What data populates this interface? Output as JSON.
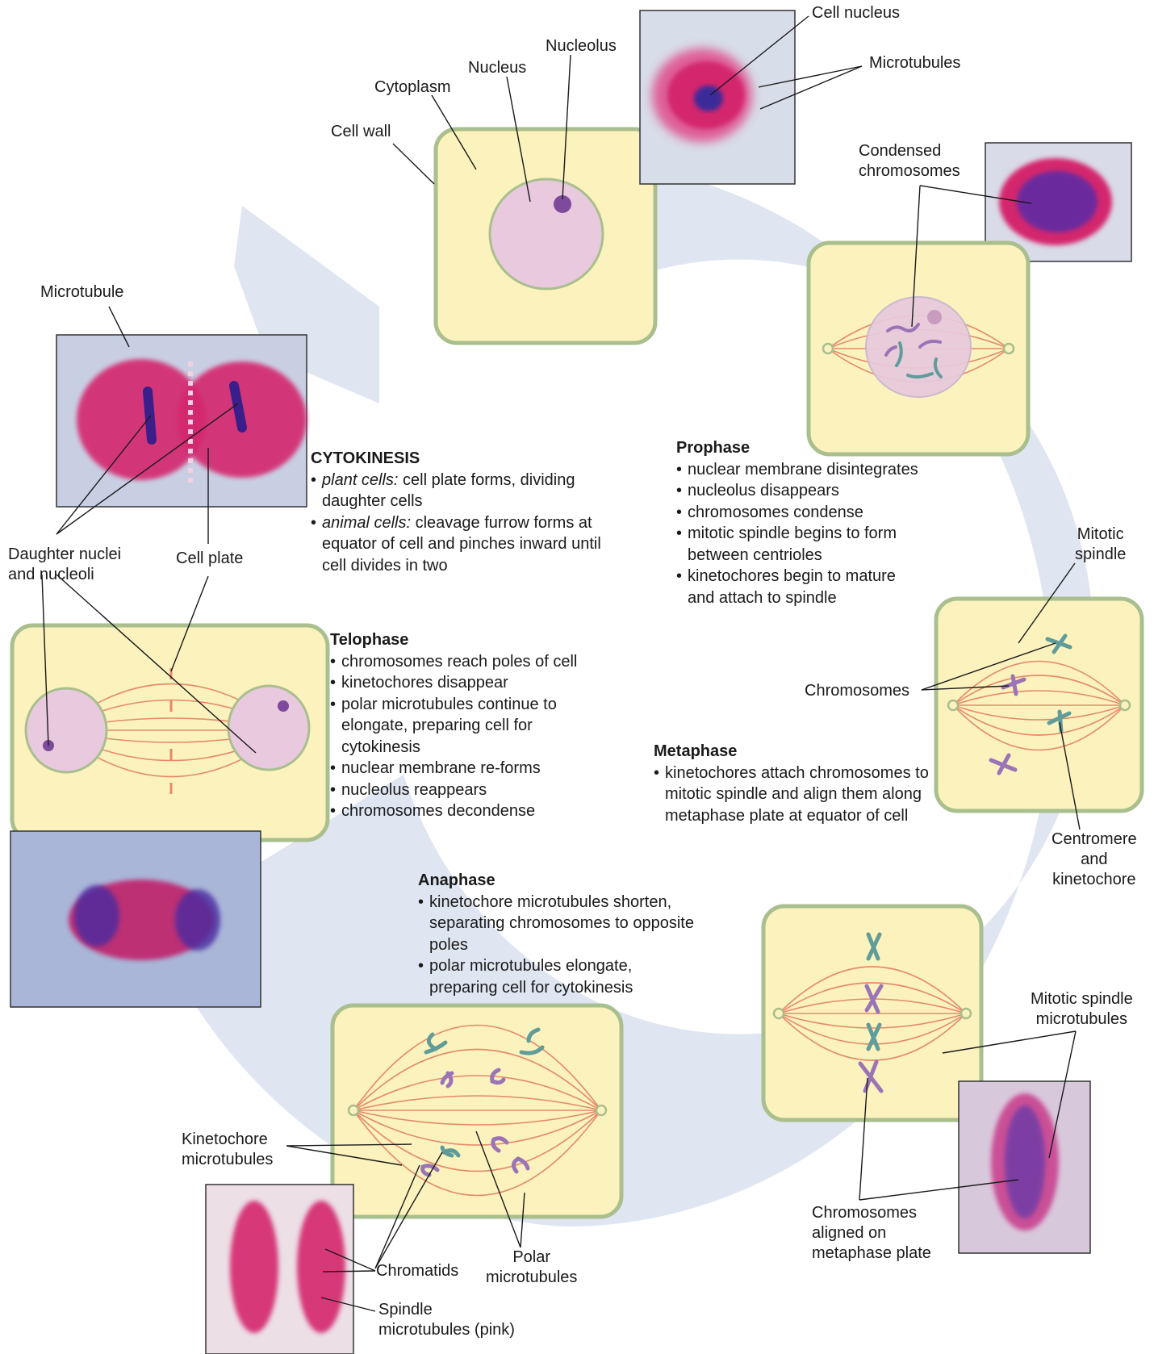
{
  "colors": {
    "cycle_arrow": "#dfe6f2",
    "cell_fill": "#fbf2bd",
    "cell_border": "#a9bf8e",
    "nucleus_fill": "#e8c9dd",
    "spindle": "#e58a6a",
    "chromosome_teal": "#5f9c9a",
    "chromosome_purple": "#9a74b6",
    "stain_pink": "#d4266d",
    "stain_blue": "#4a2aa0"
  },
  "labels": {
    "cell_nucleus": "Cell nucleus",
    "microtubules": "Microtubules",
    "nucleolus": "Nucleolus",
    "nucleus": "Nucleus",
    "cytoplasm": "Cytoplasm",
    "cell_wall": "Cell wall",
    "condensed_chromosomes": [
      "Condensed",
      "chromosomes"
    ],
    "microtubule": "Microtubule",
    "daughter_nuclei": [
      "Daughter nuclei",
      "and nucleoli"
    ],
    "cell_plate": "Cell plate",
    "mitotic_spindle": [
      "Mitotic",
      "spindle"
    ],
    "chromosomes": "Chromosomes",
    "centromere": [
      "Centromere",
      "and",
      "kinetochore"
    ],
    "mitotic_spindle_microtubules": [
      "Mitotic spindle",
      "microtubules"
    ],
    "chromosomes_aligned": [
      "Chromosomes",
      "aligned on",
      "metaphase plate"
    ],
    "kinetochore_microtubules": [
      "Kinetochore",
      "microtubules"
    ],
    "chromatids": "Chromatids",
    "polar_microtubules": [
      "Polar",
      "microtubules"
    ],
    "spindle_microtubules": [
      "Spindle",
      "microtubules (pink)"
    ]
  },
  "phases": {
    "cytokinesis": {
      "title": "CYTOKINESIS",
      "items": [
        {
          "em": "plant cells:",
          "text": " cell plate forms, dividing daughter cells"
        },
        {
          "em": "animal cells:",
          "text": " cleavage furrow forms at equator of cell and pinches inward until cell divides in two"
        }
      ]
    },
    "prophase": {
      "title": "Prophase",
      "items": [
        "nuclear membrane disintegrates",
        "nucleolus disappears",
        "chromosomes condense",
        "mitotic spindle begins to form between centrioles",
        "kinetochores begin to mature and attach to spindle"
      ]
    },
    "telophase": {
      "title": "Telophase",
      "items": [
        "chromosomes reach poles of cell",
        "kinetochores disappear",
        "polar microtubules continue to elongate, preparing cell for cytokinesis",
        "nuclear membrane re-forms",
        "nucleolus reappears",
        "chromosomes decondense"
      ]
    },
    "metaphase": {
      "title": "Metaphase",
      "items": [
        "kinetochores attach chromosomes to mitotic spindle and align them along metaphase plate at equator of cell"
      ]
    },
    "anaphase": {
      "title": "Anaphase",
      "items": [
        "kinetochore microtubules shorten, separating chromosomes to opposite poles",
        "polar microtubules elongate, preparing cell for cytokinesis"
      ]
    }
  }
}
